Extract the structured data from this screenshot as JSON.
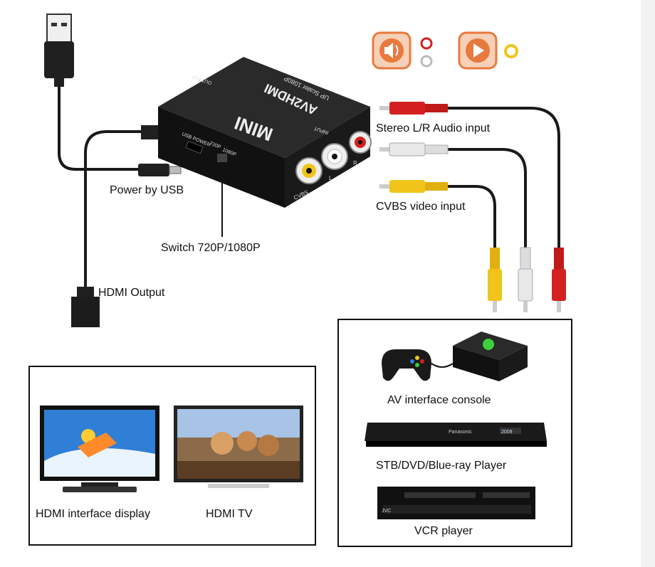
{
  "device": {
    "brand": "MINI",
    "model": "AV2HDMI",
    "subtitle": "UP Scaler 1080P",
    "output_port": "OUTPUT",
    "input_port": "INPUT",
    "usb_power_port": "USB POWER",
    "switch_720": "720P",
    "switch_1080": "1080P",
    "jack_cvbs": "CVBS",
    "jack_l": "L",
    "jack_r": "R"
  },
  "labels": {
    "stereo_audio": "Stereo L/R Audio input",
    "cvbs_video": "CVBS video input",
    "power_usb": "Power by USB",
    "switch": "Switch 720P/1080P",
    "hdmi_output": "HDMI Output"
  },
  "output_panel": {
    "items": [
      {
        "caption": "HDMI interface display"
      },
      {
        "caption": "HDMI TV"
      }
    ]
  },
  "input_panel": {
    "items": [
      {
        "caption": "AV interface console"
      },
      {
        "caption": "STB/DVD/Blue-ray Player",
        "brand": "Panasonic",
        "display": "2009"
      },
      {
        "caption": "VCR player",
        "brand": "JVC"
      }
    ]
  },
  "icons": [
    "audio-speaker-icon",
    "play-video-icon"
  ],
  "colors": {
    "rca_red": "#d42020",
    "rca_white": "#e8e8e8",
    "rca_yellow": "#f0c41a",
    "icon_orange": "#e87a3e",
    "xbox_green": "#3ecf3e"
  }
}
